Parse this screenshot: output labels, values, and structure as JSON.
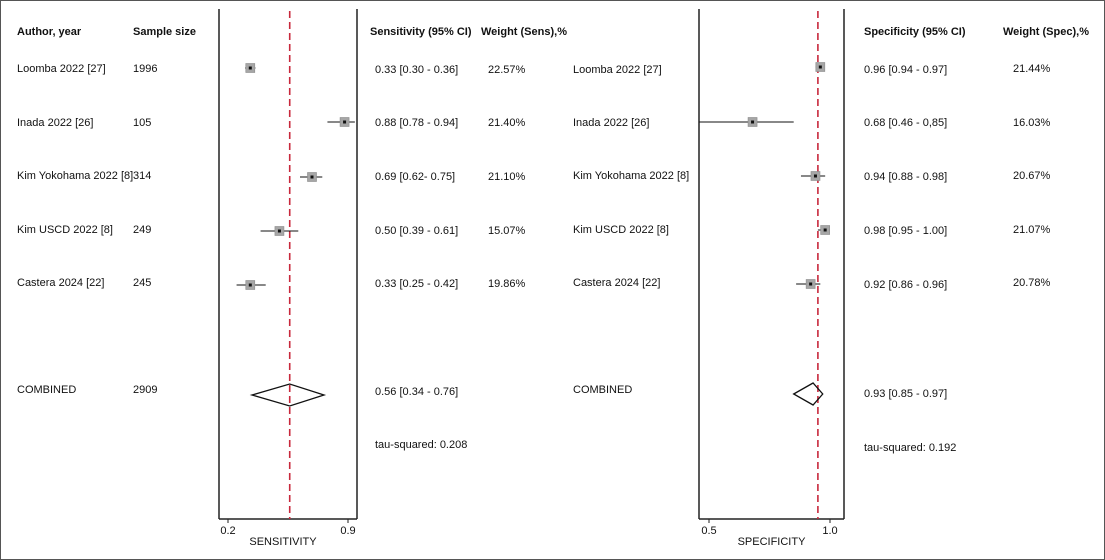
{
  "chart_data": [
    {
      "type": "forest",
      "xlabel": "SENSITIVITY",
      "xlim": [
        0.2,
        0.9
      ],
      "xticks": [
        0.2,
        0.9
      ],
      "reference_line": 0.56,
      "columns": {
        "author": "Author, year",
        "sample": "Sample size",
        "estimate": "Sensitivity (95% CI)",
        "weight": "Weight (Sens),%"
      },
      "studies": [
        {
          "author": "Loomba 2022 [27]",
          "sample": "1996",
          "est": 0.33,
          "lo": 0.3,
          "hi": 0.36,
          "ci_text": "0.33 [0.30 - 0.36]",
          "weight": "22.57%"
        },
        {
          "author": "Inada 2022 [26]",
          "sample": "105",
          "est": 0.88,
          "lo": 0.78,
          "hi": 0.94,
          "ci_text": "0.88 [0.78 - 0.94]",
          "weight": "21.40%"
        },
        {
          "author": "Kim Yokohama 2022 [8]",
          "sample": "314",
          "est": 0.69,
          "lo": 0.62,
          "hi": 0.75,
          "ci_text": "0.69 [0.62- 0.75]",
          "weight": "21.10%"
        },
        {
          "author": "Kim USCD 2022 [8]",
          "sample": "249",
          "est": 0.5,
          "lo": 0.39,
          "hi": 0.61,
          "ci_text": "0.50 [0.39 - 0.61]",
          "weight": "15.07%"
        },
        {
          "author": "Castera 2024 [22]",
          "sample": "245",
          "est": 0.33,
          "lo": 0.25,
          "hi": 0.42,
          "ci_text": "0.33 [0.25 - 0.42]",
          "weight": "19.86%"
        }
      ],
      "combined": {
        "label": "COMBINED",
        "sample": "2909",
        "est": 0.56,
        "lo": 0.34,
        "hi": 0.76,
        "ci_text": "0.56 [0.34 - 0.76]"
      },
      "tau_text": "tau-squared: 0.208"
    },
    {
      "type": "forest",
      "xlabel": "SPECIFICITY",
      "xlim": [
        0.5,
        1.0
      ],
      "xticks": [
        0.5,
        1.0
      ],
      "xtick_labels": [
        "0.5",
        "1.0"
      ],
      "reference_line": 0.95,
      "columns": {
        "estimate": "Specificity (95% CI)",
        "weight": "Weight (Spec),%"
      },
      "studies": [
        {
          "author": "Loomba 2022 [27]",
          "est": 0.96,
          "lo": 0.94,
          "hi": 0.97,
          "ci_text": "0.96 [0.94 - 0.97]",
          "weight": "21.44%"
        },
        {
          "author": "Inada 2022 [26]",
          "est": 0.68,
          "lo": 0.46,
          "hi": 0.85,
          "ci_text": "0.68 [0.46 - 0,85]",
          "weight": "16.03%"
        },
        {
          "author": "Kim Yokohama 2022 [8]",
          "est": 0.94,
          "lo": 0.88,
          "hi": 0.98,
          "ci_text": "0.94 [0.88 - 0.98]",
          "weight": "20.67%"
        },
        {
          "author": "Kim USCD 2022 [8]",
          "est": 0.98,
          "lo": 0.95,
          "hi": 1.0,
          "ci_text": "0.98 [0.95 - 1.00]",
          "weight": "21.07%"
        },
        {
          "author": "Castera 2024 [22]",
          "est": 0.92,
          "lo": 0.86,
          "hi": 0.96,
          "ci_text": "0.92 [0.86 - 0.96]",
          "weight": "20.78%"
        }
      ],
      "combined": {
        "label": "COMBINED",
        "est": 0.93,
        "lo": 0.85,
        "hi": 0.97,
        "ci_text": "0.93 [0.85 - 0.97]"
      },
      "tau_text": "tau-squared: 0.192"
    }
  ],
  "colors": {
    "reference_line": "#c8283c",
    "marker": "#a6a6a6",
    "axis": "#222222"
  }
}
